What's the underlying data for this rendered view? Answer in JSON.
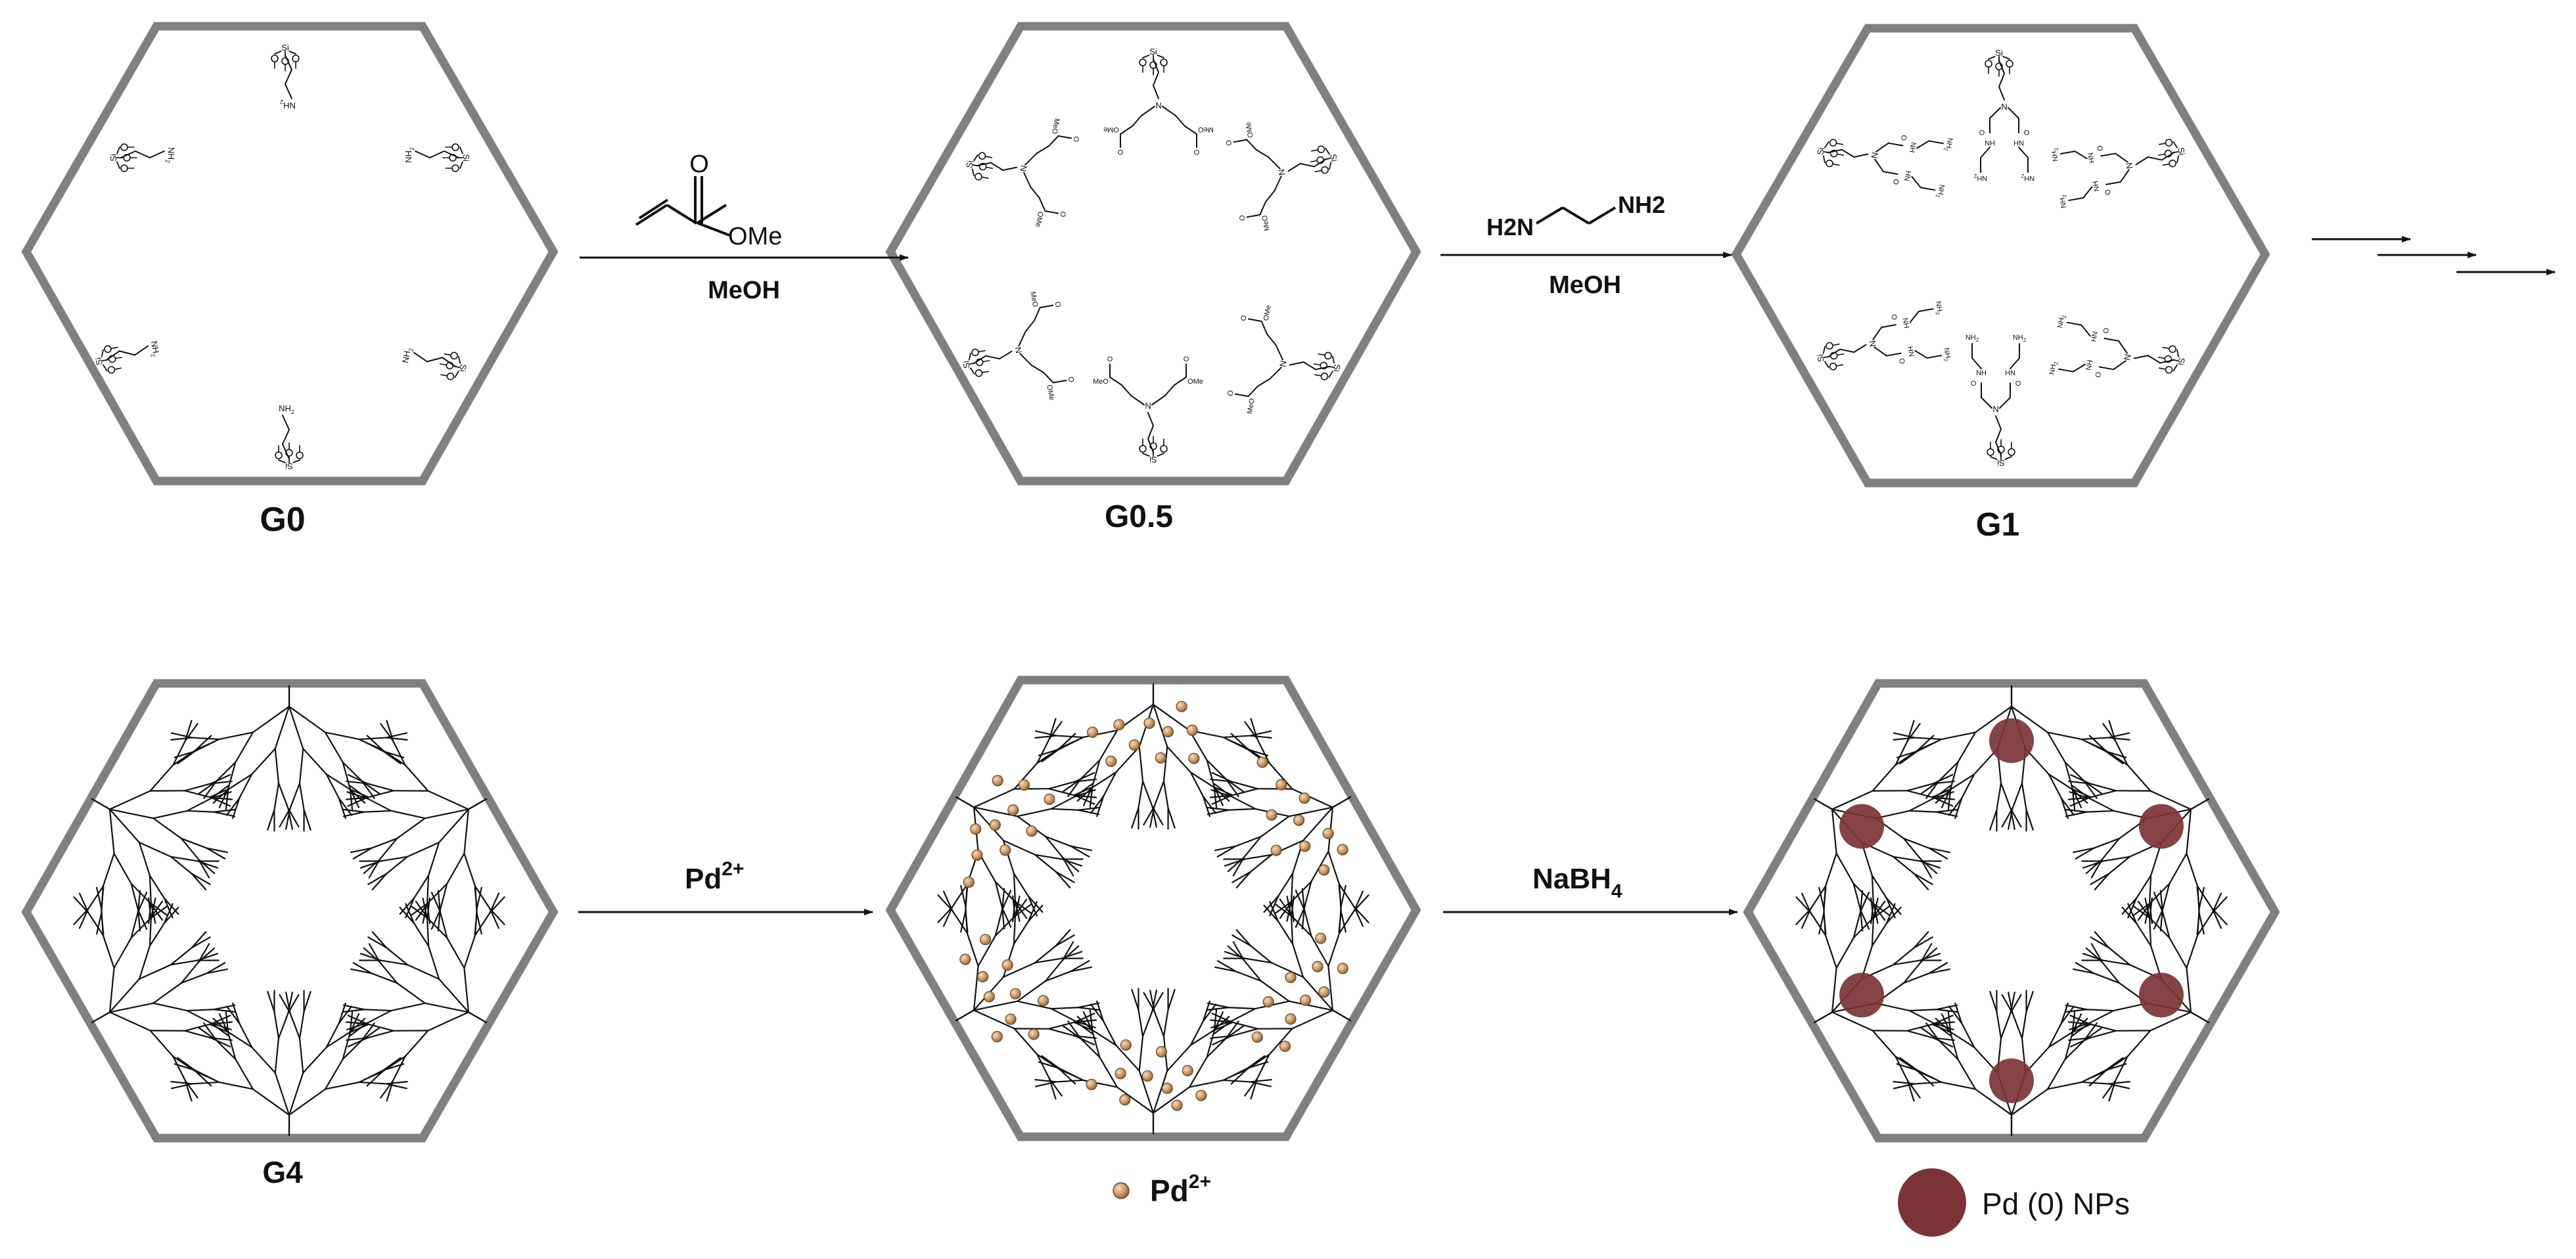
{
  "panels": {
    "g0": {
      "label": "G0"
    },
    "g05": {
      "label": "G0.5"
    },
    "g1": {
      "label": "G1"
    },
    "g4": {
      "label": "G4"
    },
    "pd2": {},
    "pd0": {}
  },
  "arrows": {
    "a1": {
      "reagent_top": "OMe",
      "reagent_bottom": "MeOH"
    },
    "a2": {
      "reagent_left": "H2N",
      "reagent_right": "NH2",
      "reagent_bottom": "MeOH"
    },
    "a4": {
      "reagent": "Pd",
      "reagent_sup": "2+"
    },
    "a5": {
      "reagent": "NaBH",
      "reagent_sub": "4"
    }
  },
  "chem_text": {
    "nh2": "NH",
    "nh2_sub": "2",
    "ome": "OMe",
    "meo": "MeO",
    "si": "Si",
    "n": "N",
    "nh": "NH",
    "hn": "HN",
    "o": "O",
    "h": "H"
  },
  "legend": {
    "pd2_label": "Pd",
    "pd2_sup": "2+",
    "pd0_label": "Pd (0) NPs"
  },
  "colors": {
    "hexagon": "#808080",
    "pd2_particle": "#c99660",
    "pd0_particle": "#7b3336",
    "ink": "#111111"
  }
}
